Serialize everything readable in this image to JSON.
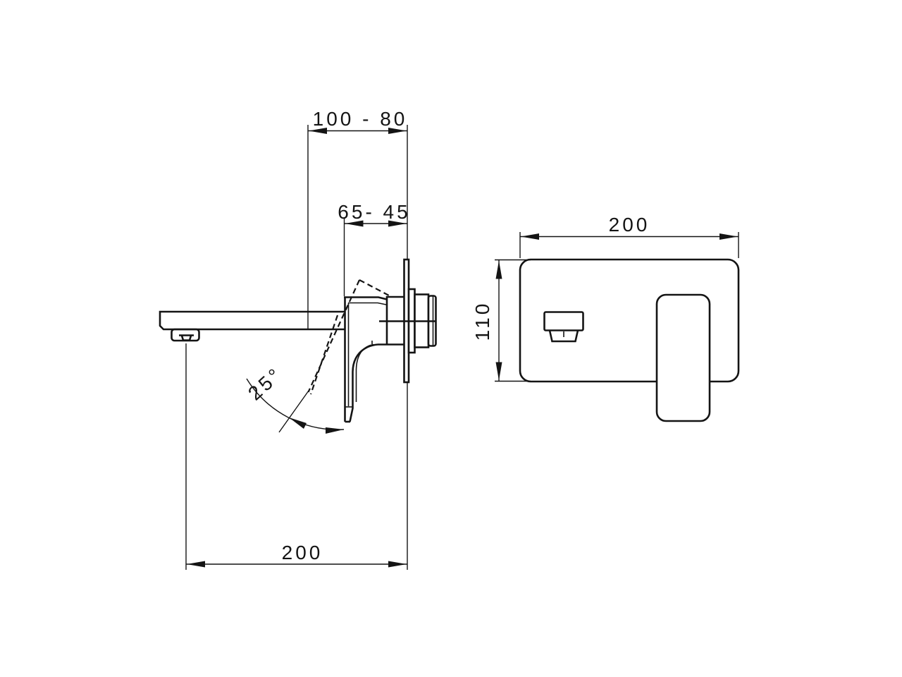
{
  "drawing": {
    "background": "#ffffff",
    "line_color": "#141414",
    "side_view": {
      "dim_wall_to_spout": "100 - 80",
      "dim_wall_to_handle": "65- 45",
      "dim_spout_reach": "200",
      "dim_handle_angle": "25°"
    },
    "front_view": {
      "dim_plate_width": "200",
      "dim_plate_height": "110"
    }
  }
}
